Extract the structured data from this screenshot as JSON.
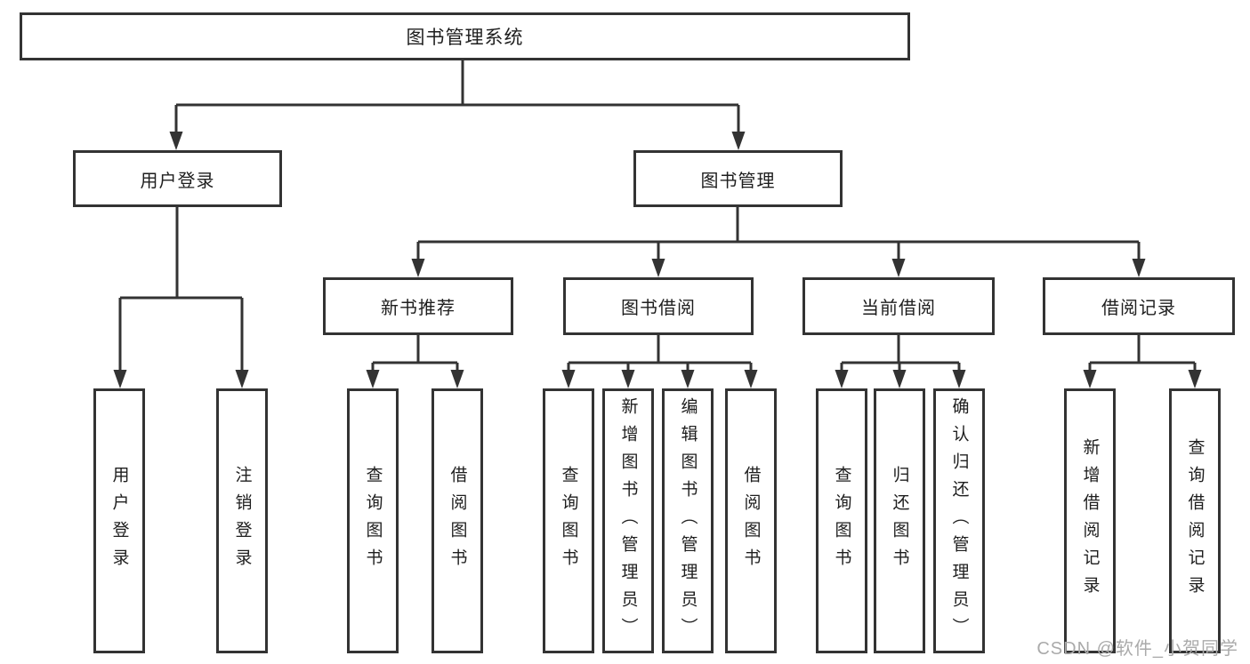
{
  "diagram": {
    "root": {
      "label": "图书管理系统"
    },
    "branches": [
      {
        "label": "用户登录",
        "children": [
          {
            "label": "用户登录"
          },
          {
            "label": "注销登录"
          }
        ]
      },
      {
        "label": "图书管理",
        "children": [
          {
            "label": "新书推荐",
            "children": [
              {
                "label": "查询图书"
              },
              {
                "label": "借阅图书"
              }
            ]
          },
          {
            "label": "图书借阅",
            "children": [
              {
                "label": "查询图书"
              },
              {
                "label": "新增图书（管理员）"
              },
              {
                "label": "编辑图书（管理员）"
              },
              {
                "label": "借阅图书"
              }
            ]
          },
          {
            "label": "当前借阅",
            "children": [
              {
                "label": "查询图书"
              },
              {
                "label": "归还图书"
              },
              {
                "label": "确认归还（管理员）"
              }
            ]
          },
          {
            "label": "借阅记录",
            "children": [
              {
                "label": "新增借阅记录"
              },
              {
                "label": "查询借阅记录"
              }
            ]
          }
        ]
      }
    ]
  },
  "watermark": {
    "text": "CSDN @软件_小贺同学"
  },
  "colors": {
    "line": "#333333",
    "text": "#1e1e1e",
    "watermark": "#aaaaaa",
    "background": "#ffffff"
  }
}
